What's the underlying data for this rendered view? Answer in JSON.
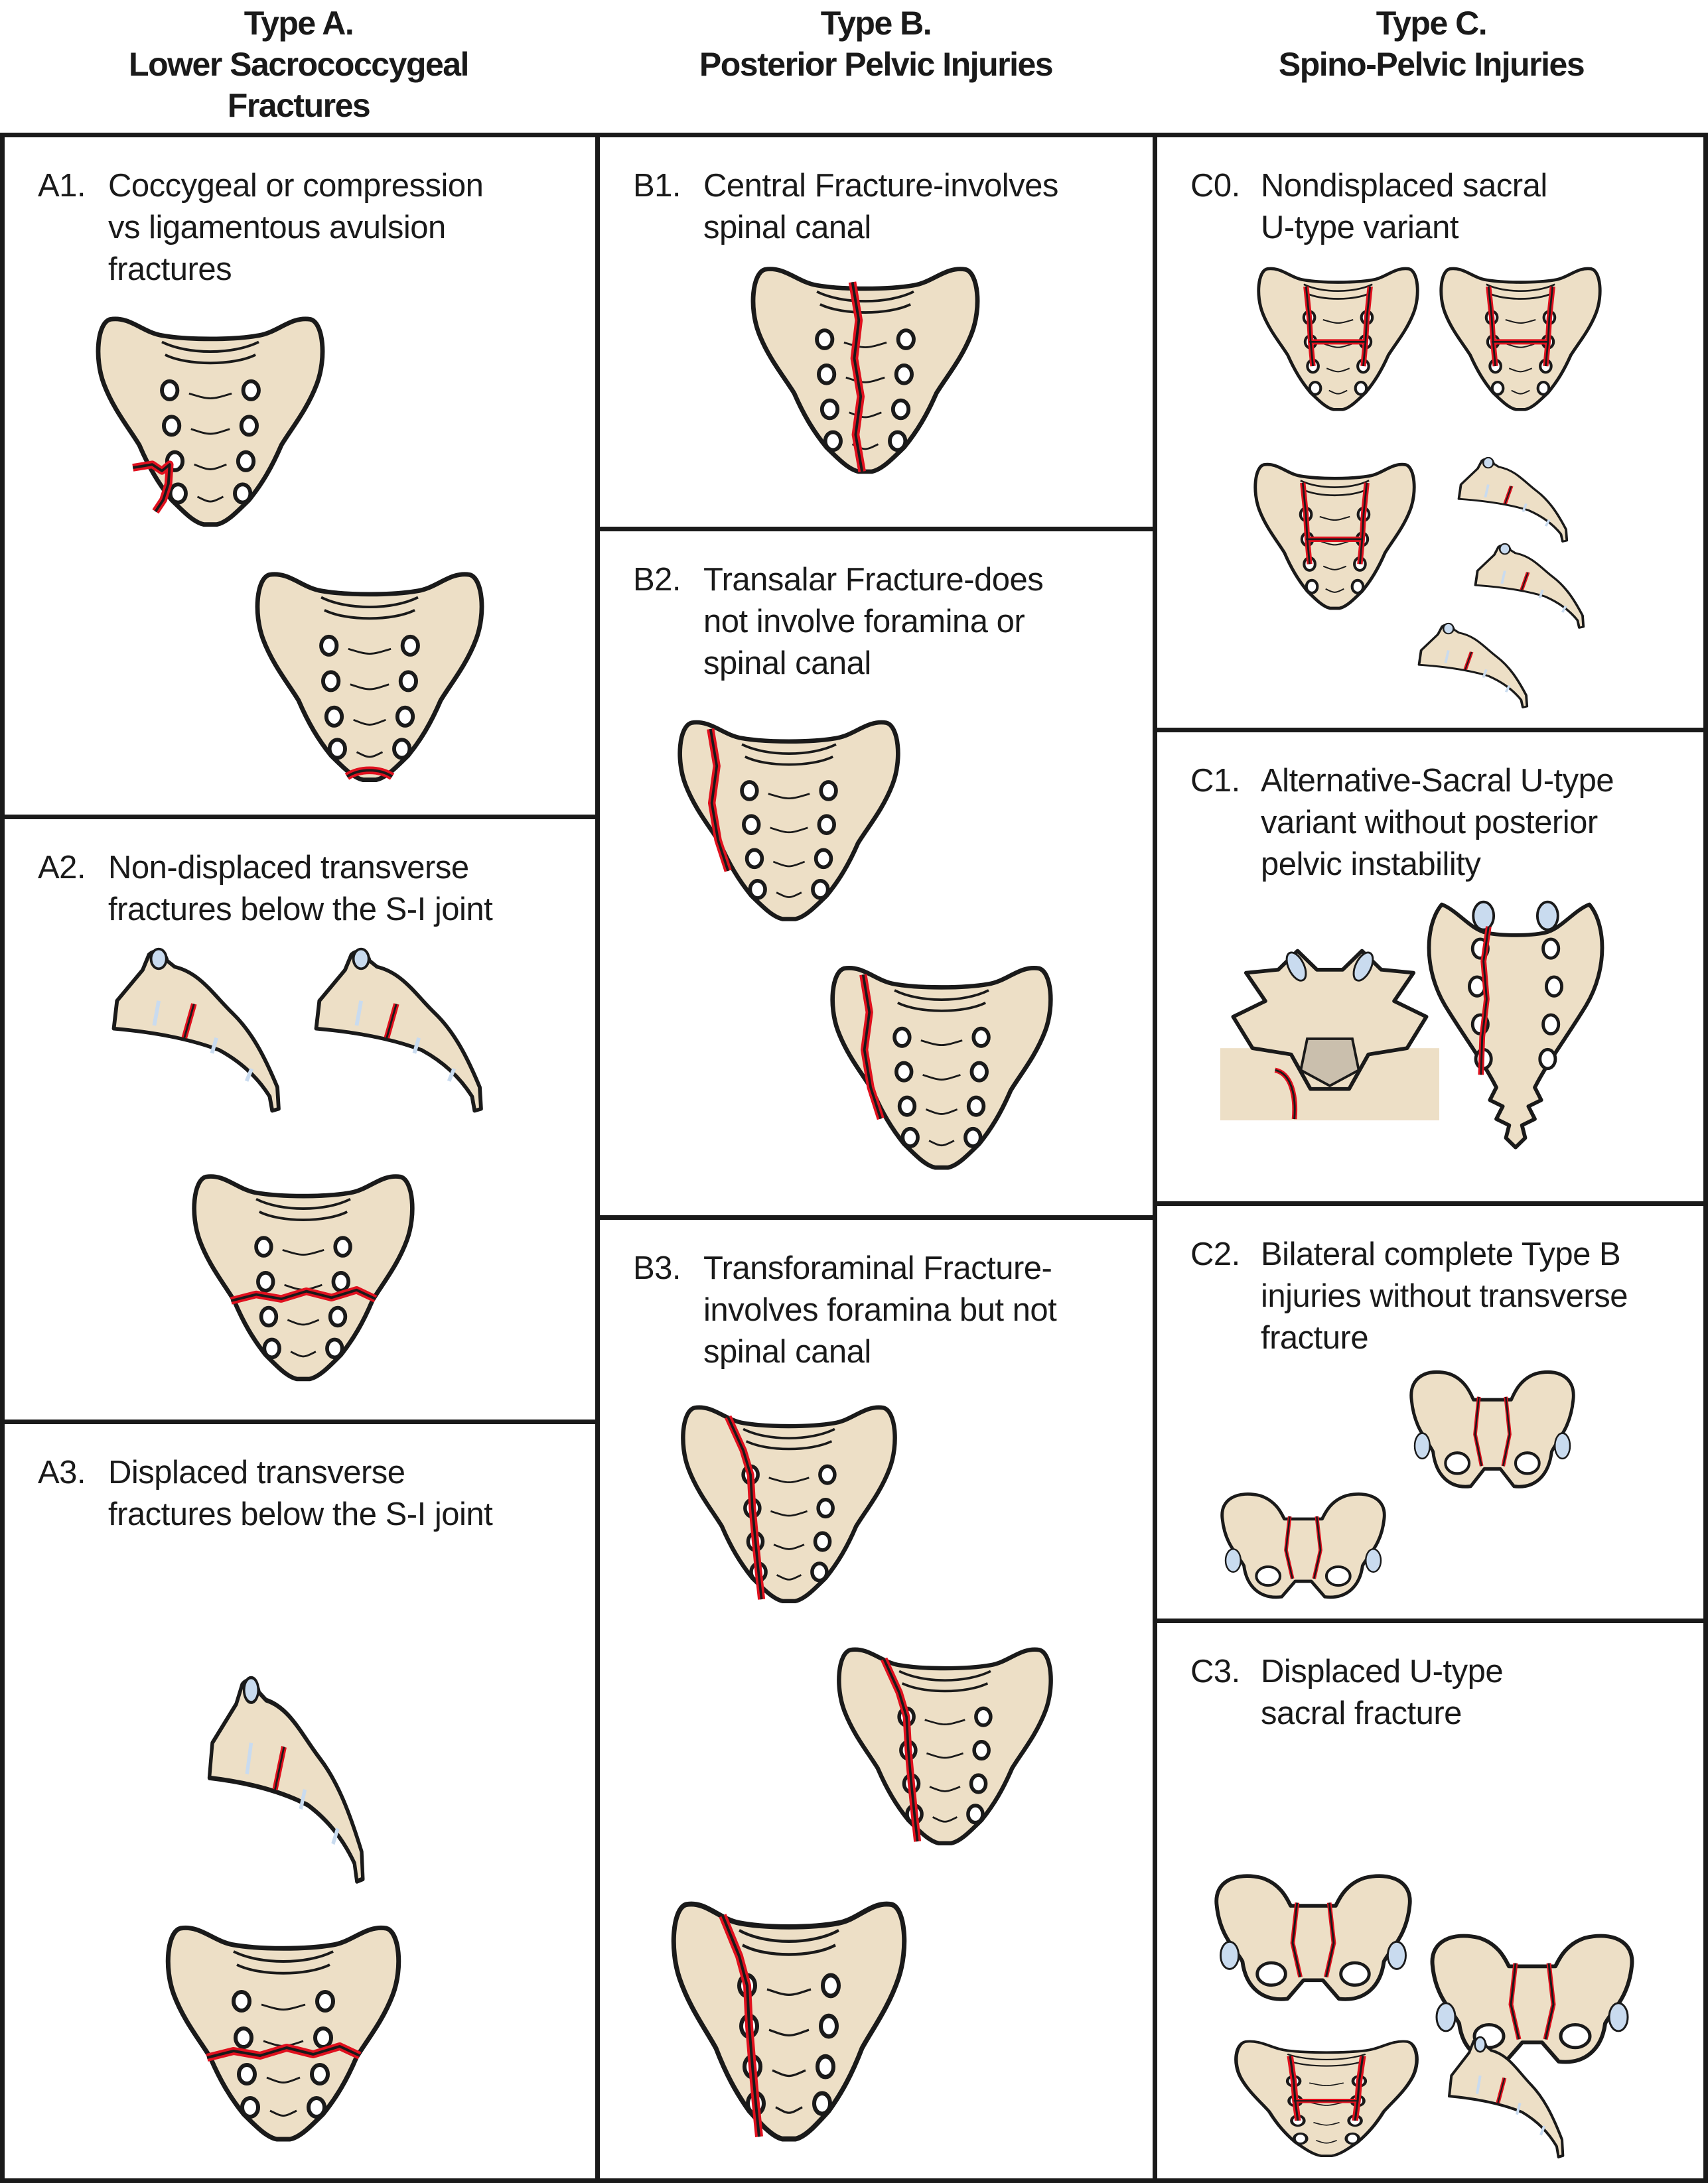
{
  "columns": [
    {
      "id": "A",
      "header": [
        "Type A.",
        "Lower Sacrococcygeal",
        "Fractures"
      ]
    },
    {
      "id": "B",
      "header": [
        "Type B.",
        "Posterior Pelvic Injuries"
      ]
    },
    {
      "id": "C",
      "header": [
        "Type C.",
        "Spino-Pelvic Injuries"
      ]
    }
  ],
  "cells": {
    "A1": {
      "code": "A1.",
      "lines": [
        "Coccygeal or compression",
        "vs ligamentous avulsion",
        "fractures"
      ]
    },
    "A2": {
      "code": "A2.",
      "lines": [
        "Non-displaced transverse",
        "fractures below the S-I joint"
      ]
    },
    "A3": {
      "code": "A3.",
      "lines": [
        "Displaced transverse",
        "fractures below the S-I joint"
      ]
    },
    "B1": {
      "code": "B1.",
      "lines": [
        "Central Fracture-involves",
        "spinal canal"
      ]
    },
    "B2": {
      "code": "B2.",
      "lines": [
        "Transalar Fracture-does",
        "not involve foramina or",
        "spinal canal"
      ]
    },
    "B3": {
      "code": "B3.",
      "lines": [
        "Transforaminal Fracture-",
        "involves foramina but not",
        "spinal canal"
      ]
    },
    "C0": {
      "code": "C0.",
      "lines": [
        "Nondisplaced sacral",
        "U-type variant"
      ]
    },
    "C1": {
      "code": "C1.",
      "lines": [
        "Alternative-Sacral U-type",
        "variant without posterior",
        "pelvic instability"
      ]
    },
    "C2": {
      "code": "C2.",
      "lines": [
        "Bilateral complete Type B",
        "injuries without transverse",
        "fracture"
      ]
    },
    "C3": {
      "code": "C3.",
      "lines": [
        "Displaced U-type",
        "sacral fracture"
      ]
    }
  },
  "colors": {
    "bone": "#eddfc6",
    "bone_shade": "#d9c8ad",
    "outline": "#1a1a1a",
    "fracture": "#e0101e",
    "cartilage": "#c9dbef",
    "border": "#1a1a1a"
  }
}
